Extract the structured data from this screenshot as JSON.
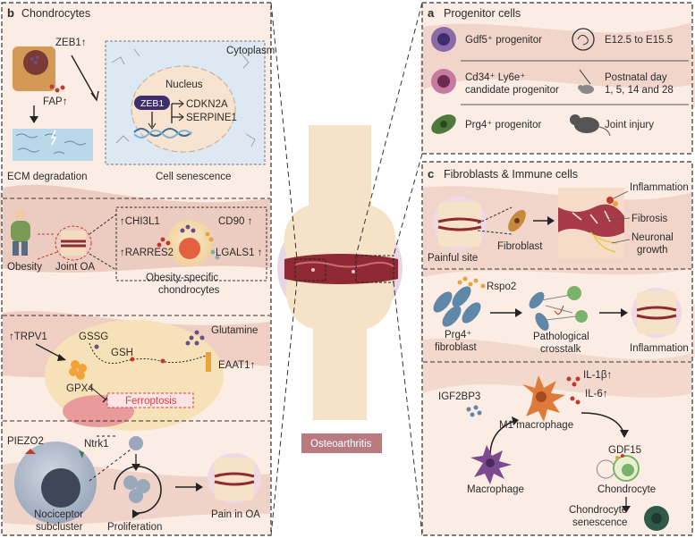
{
  "panel_b": {
    "letter": "b",
    "title": "Chondrocytes",
    "zeb1_up": "ZEB1↑",
    "fap_up": "FAP↑",
    "ecm_degradation": "ECM degradation",
    "cytoplasm": "Cytoplasm",
    "nucleus": "Nucleus",
    "zeb1": "ZEB1",
    "cdkn2a": "CDKN2A",
    "serpine1": "SERPINE1",
    "cell_senescence": "Cell senescence",
    "obesity": "Obesity",
    "joint_oa": "Joint OA",
    "chi3l1": "↑CHI3L1",
    "cd90": "CD90 ↑",
    "rarres2": "↑RARRES2",
    "lgals1": "LGALS1 ↑",
    "obesity_chondro_1": "Obesity-specific",
    "obesity_chondro_2": "chondrocytes",
    "trpv1": "↑TRPV1",
    "gssg": "GSSG",
    "gsh": "GSH",
    "glutamine": "Glutamine",
    "gpx4": "GPX4",
    "eaat1": "EAAT1↑",
    "ferroptosis": "Ferroptosis",
    "piezo2": "PIEZO2",
    "ntrk1": "Ntrk1",
    "nociceptor_1": "Nociceptor",
    "nociceptor_2": "subcluster",
    "proliferation": "Proliferation",
    "pain_in_oa": "Pain in OA"
  },
  "center": {
    "osteoarthritis": "Osteoarthritis"
  },
  "panel_a": {
    "letter": "a",
    "title": "Progenitor cells",
    "gdf5": "Gdf5⁺ progenitor",
    "e12": "E12.5 to E15.5",
    "cd34_1": "Cd34⁺ Ly6e⁺",
    "cd34_2": "candidate progenitor",
    "postnatal_1": "Postnatal day",
    "postnatal_2": "1, 5, 14 and 28",
    "prg4": "Prg4⁺ progenitor",
    "joint_injury": "Joint injury"
  },
  "panel_c": {
    "letter": "c",
    "title": "Fibroblasts & Immune cells",
    "inflammation_top": "Inflammation",
    "fibrosis": "Fibrosis",
    "neuronal_1": "Neuronal",
    "neuronal_2": "growth",
    "fibroblast": "Fibroblast",
    "painful_site": "Painful site",
    "rspo2": "Rspo2",
    "prg4_fib_1": "Prg4⁺",
    "prg4_fib_2": "fibroblast",
    "pathological_1": "Pathological",
    "pathological_2": "crosstalk",
    "inflammation_mid": "Inflammation",
    "igf2bp3": "IGF2BP3",
    "il1b": "IL-1β↑",
    "il6": "IL-6↑",
    "m1": "M1 macrophage",
    "gdf15": "GDF15",
    "macrophage": "Macrophage",
    "chondrocyte": "Chondrocyte",
    "chondro_sen_1": "Chondrocyte",
    "chondro_sen_2": "senescence"
  },
  "colors": {
    "tissue": "#e8c4b8",
    "panel_bg": "#fbece4",
    "dark_red": "#8f2a35",
    "cell_beige": "#f7e1b8",
    "dashed": "#333333"
  }
}
